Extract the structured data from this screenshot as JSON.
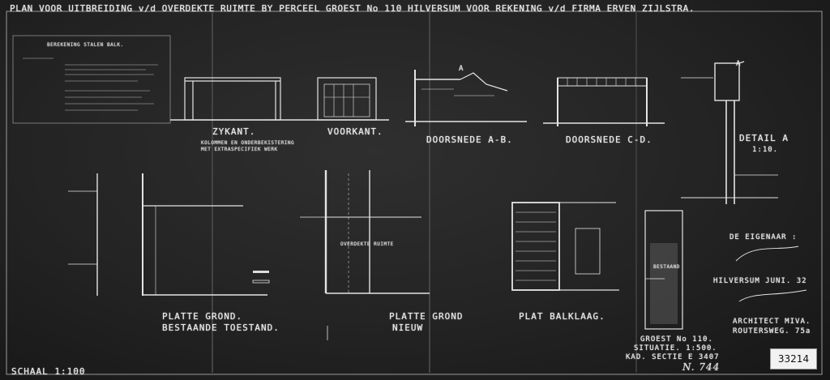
{
  "title": "PLAN VOOR UITBREIDING v/d OVERDEKTE RUIMTE BY PERCEEL GROEST No 110 HILVERSUM VOOR REKENING v/d FIRMA ERVEN ZIJLSTRA.",
  "views": {
    "zykant": "ZYKANT.",
    "voorkant": "VOORKANT.",
    "doorsnede_ab": "DOORSNEDE A-B.",
    "doorsnede_cd": "DOORSNEDE C-D.",
    "detail": "DETAIL A",
    "detail_scale": "1:10.",
    "platte_grond_bestaande": "PLATTE GROND.",
    "bestaande_toestand": "BESTAANDE TOESTAND.",
    "platte_grond_nieuw": "PLATTE GROND",
    "nieuw": "NIEUW",
    "plat_balklaag": "PLAT BALKLAAG."
  },
  "notes": {
    "calc_title": "BEREKENING STALEN BALK.",
    "zykant_note_1": "KOLOMMEN EN ONDERBEKISTERING",
    "zykant_note_2": "MET EXTRASPECIFIEK WERK",
    "overdekte_ruimte": "OVERDEKTE RUIMTE",
    "bestaand": "BESTAAND",
    "doorsnede_mark": "A",
    "detail_mark": "A"
  },
  "title_block": {
    "eigenaar": "DE EIGENAAR :",
    "place_date": "HILVERSUM JUNI. 32",
    "architect_label": "ARCHITECT MIVA.",
    "architect_address": "ROUTERSWEG. 75a",
    "groest": "GROEST No 110.",
    "situatie": "SITUATIE. 1:500.",
    "kad_sectie": "KAD. SECTIE E 3407",
    "sheet_no": "N. 744",
    "scale": "SCHAAL 1:100",
    "archive_number": "33214"
  }
}
